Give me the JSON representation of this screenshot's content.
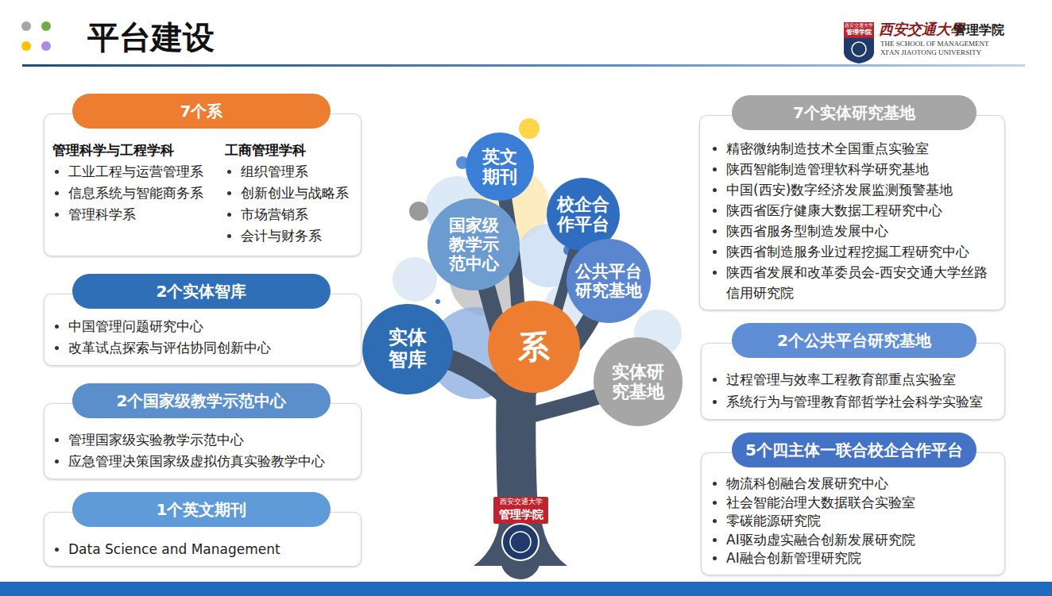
{
  "diagram": {
    "title": "平台建设",
    "nodes": [
      {
        "text": [
          "7个系",
          "管理科学与工程学科",
          "工业工程与运营管理系",
          "信息系统与智能商务系",
          "管理科学系",
          "工商管理学科",
          "组织管理系",
          "创新创业与战略系",
          "市场营销系",
          "会计与财务系"
        ]
      },
      {
        "text": [
          "2个实体智库",
          "中国管理问题研究中心",
          "改革试点探索与评估协同创新中心"
        ]
      },
      {
        "text": [
          "2个国家级教学示范中心",
          "管理国家级实验教学示范中心",
          "应急管理决策国家级虚拟仿真实验教学中心"
        ]
      },
      {
        "text": [
          "1个英文期刊",
          "Data Science and Management"
        ]
      },
      {
        "text": [
          "英文期刊"
        ]
      },
      {
        "text": [
          "校企合作平台"
        ]
      },
      {
        "text": [
          "国家级教学示范中心"
        ]
      },
      {
        "text": [
          "公共平台研究基地"
        ]
      },
      {
        "text": [
          "实体智库"
        ]
      },
      {
        "text": [
          "系"
        ]
      },
      {
        "text": [
          "实体研究基地"
        ]
      },
      {
        "text": [
          "7个实体研究基地",
          "精密微纳制造技术全国重点实验室",
          "陕西智能制造管理软科学研究基地",
          "中国(西安)数字经济发展监测预警基地",
          "陕西省医疗健康大数据工程研究中心",
          "陕西省服务型制造发展中心",
          "陕西省制造服务业过程挖掘工程研究中心",
          "陕西省发展和改革委员会-西安交通大学丝路信用研究院"
        ]
      },
      {
        "text": [
          "2个公共平台研究基地",
          "过程管理与效率工程教育部重点实验室",
          "系统行为与管理教育部哲学社会科学实验室"
        ]
      },
      {
        "text": [
          "5个四主体一联合校企合作平台",
          "物流科创融合发展研究中心",
          "社会智能治理大数据联合实验室",
          "零碳能源研究院",
          "AI驱动虚实融合创新发展研究院",
          "AI融合创新管理研究院"
        ]
      }
    ],
    "labels": [
      "西安交通大學",
      "管理学院",
      "THE SCHOOL OF MANAGEMENT",
      "XI'AN JIAOTONG UNIVERSITY",
      "西安交通大学",
      "管理学院",
      "西安交通大学",
      "管理学院"
    ]
  }
}
